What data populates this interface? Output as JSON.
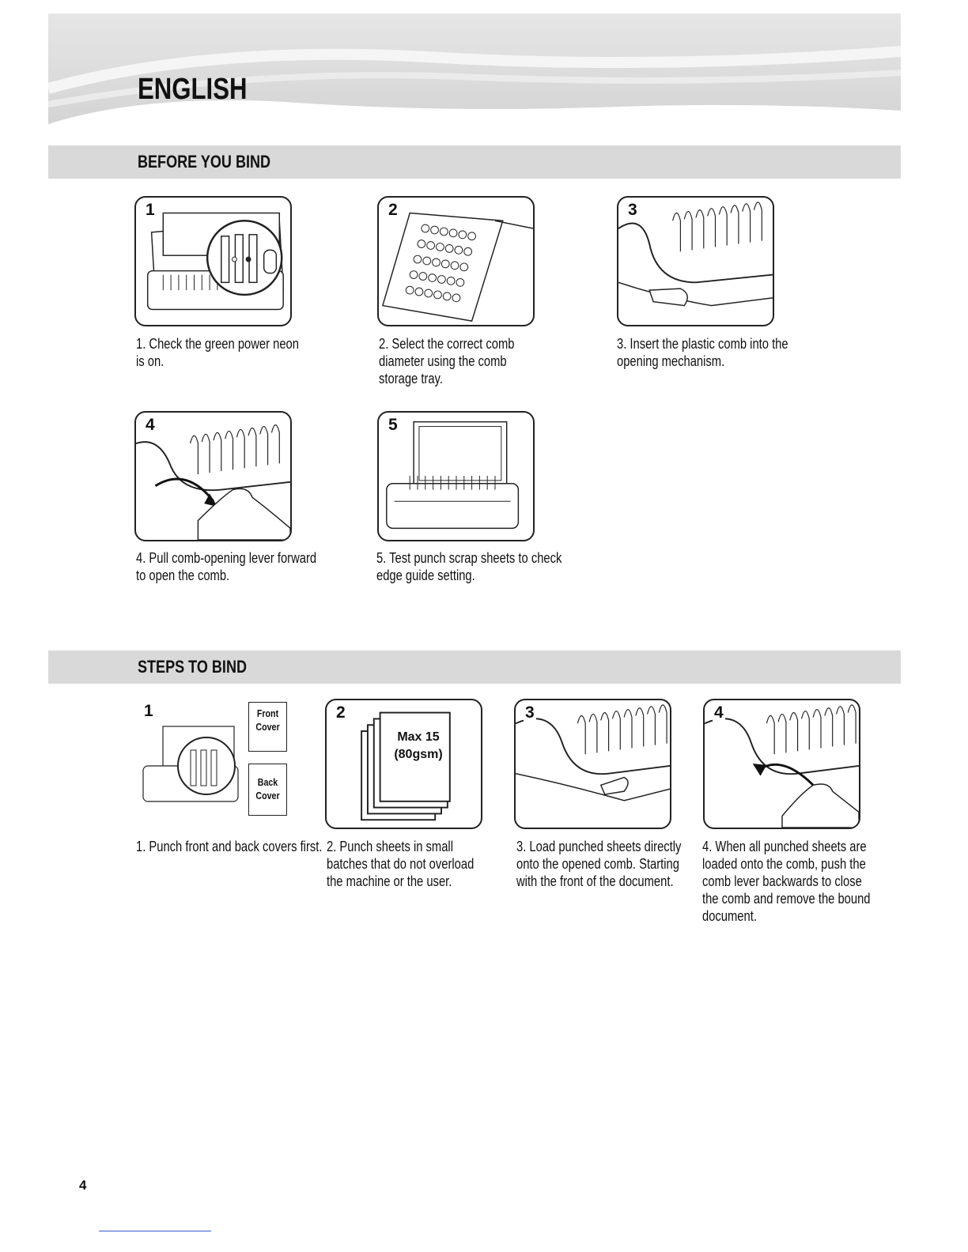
{
  "header": {
    "title": "ENGLISH"
  },
  "before_you_bind": {
    "title": "BEFORE YOU BIND",
    "steps": [
      {
        "number": "1",
        "caption": [
          "1. Check the green power neon",
          "is on."
        ]
      },
      {
        "number": "2",
        "caption": [
          "2. Select the correct comb",
          "diameter using the comb",
          "storage tray."
        ]
      },
      {
        "number": "3",
        "caption": [
          "3. Insert the plastic comb into the",
          "opening mechanism."
        ]
      },
      {
        "number": "4",
        "caption": [
          "4. Pull comb-opening lever forward",
          "to open the comb."
        ]
      },
      {
        "number": "5",
        "caption": [
          "5. Test punch scrap sheets to check",
          "edge guide setting."
        ]
      }
    ]
  },
  "steps_to_bind": {
    "title": "STEPS TO BIND",
    "front_cover": [
      "Front",
      "Cover"
    ],
    "back_cover": [
      "Back",
      "Cover"
    ],
    "sheets_label": [
      "Max 15",
      "(80gsm)"
    ],
    "steps": [
      {
        "number": "1",
        "caption": [
          "1. Punch front and back covers first."
        ]
      },
      {
        "number": "2",
        "caption": [
          "2. Punch sheets in small",
          "batches that do not overload",
          "the machine or the user."
        ]
      },
      {
        "number": "3",
        "caption": [
          "3. Load punched sheets directly",
          "onto the opened comb. Starting",
          "with the front of the document."
        ]
      },
      {
        "number": "4",
        "caption": [
          "4. When all punched sheets are",
          "loaded onto the comb, push the",
          "comb lever backwards to close",
          "the comb and remove the bound",
          "document."
        ]
      }
    ]
  },
  "footer": {
    "page_number": "4"
  }
}
